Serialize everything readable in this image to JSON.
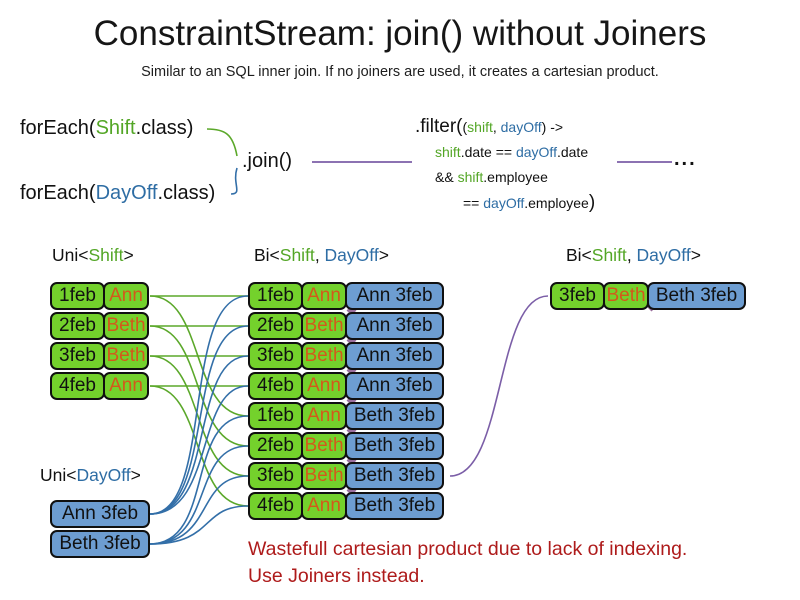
{
  "title": "ConstraintStream: join() without Joiners",
  "subtitle": "Similar to an SQL inner join. If no joiners are used, it creates a cartesian product.",
  "code": {
    "foreach_shift": {
      "pre": "forEach(",
      "cls": "Shift",
      "post": ".class)"
    },
    "foreach_dayoff": {
      "pre": "forEach(",
      "cls": "DayOff",
      "post": ".class)"
    },
    "join": ".join()",
    "ellipsis": "...",
    "filter": {
      "open_big": ".filter(",
      "open_small": "(",
      "param_shift": "shift",
      "comma": ", ",
      "param_dayoff": "dayOff",
      "arrow": ") ->",
      "l2_shift": "shift",
      "l2_mid": ".date == ",
      "l2_dayoff": "dayOff",
      "l2_end": ".date",
      "l3_and": "&& ",
      "l3_shift": "shift",
      "l3_end": ".employee",
      "l4_eq": "== ",
      "l4_dayoff": "dayOff",
      "l4_end": ".employee",
      "l4_close": ")"
    }
  },
  "labels": {
    "uni_shift": {
      "pre": "Uni<",
      "cls": "Shift",
      "post": ">"
    },
    "uni_dayoff": {
      "pre": "Uni<",
      "cls": "DayOff",
      "post": ">"
    },
    "bi_main": {
      "pre": "Bi<",
      "cls1": "Shift",
      "sep": ", ",
      "cls2": "DayOff",
      "post": ">"
    },
    "bi_result": {
      "pre": "Bi<",
      "cls1": "Shift",
      "sep": ", ",
      "cls2": "DayOff",
      "post": ">"
    }
  },
  "tables": {
    "uni_shift": {
      "rows": [
        {
          "date": "1feb",
          "name": "Ann"
        },
        {
          "date": "2feb",
          "name": "Beth"
        },
        {
          "date": "3feb",
          "name": "Beth"
        },
        {
          "date": "4feb",
          "name": "Ann"
        }
      ]
    },
    "uni_dayoff": {
      "rows": [
        {
          "pair": "Ann 3feb"
        },
        {
          "pair": "Beth 3feb"
        }
      ]
    },
    "bi_main": {
      "rows": [
        {
          "date": "1feb",
          "name": "Ann",
          "pair": "Ann 3feb"
        },
        {
          "date": "2feb",
          "name": "Beth",
          "pair": "Ann 3feb"
        },
        {
          "date": "3feb",
          "name": "Beth",
          "pair": "Ann 3feb"
        },
        {
          "date": "4feb",
          "name": "Ann",
          "pair": "Ann 3feb"
        },
        {
          "date": "1feb",
          "name": "Ann",
          "pair": "Beth 3feb"
        },
        {
          "date": "2feb",
          "name": "Beth",
          "pair": "Beth 3feb"
        },
        {
          "date": "3feb",
          "name": "Beth",
          "pair": "Beth 3feb"
        },
        {
          "date": "4feb",
          "name": "Ann",
          "pair": "Beth 3feb"
        }
      ]
    },
    "bi_result": {
      "rows": [
        {
          "date": "3feb",
          "name": "Beth",
          "pair": "Beth 3feb"
        }
      ]
    }
  },
  "note": {
    "line1": "Wastefull cartesian product due to lack of indexing.",
    "line2": "Use Joiners instead."
  },
  "colors": {
    "green_fill": "#74d12c",
    "blue_fill": "#6d9dd1",
    "green_text": "#53a626",
    "blue_text": "#2e6da4",
    "orange_text": "#d4591b",
    "red_text": "#ae1b1b",
    "purple_line": "#7b5ea7",
    "green_line": "#5ba82a",
    "blue_line": "#336fa8"
  }
}
